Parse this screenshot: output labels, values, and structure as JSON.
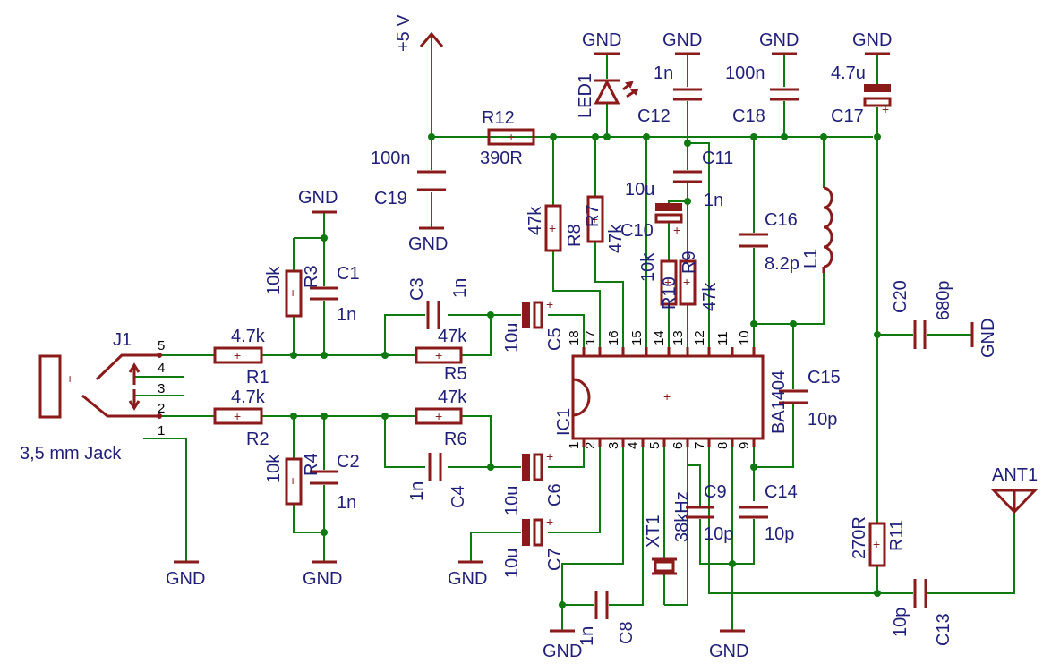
{
  "labels": {
    "vcc": "+5 V",
    "gnd": "GND",
    "led1": "LED1",
    "r12": "R12",
    "r12_val": "390R",
    "c19": "C19",
    "c19_val": "100n",
    "c12": "C12",
    "c12_val": "1n",
    "c18": "C18",
    "c18_val": "100n",
    "c17": "C17",
    "c17_val": "4.7u",
    "c11": "C11",
    "c11_val": "1n",
    "c10": "C10",
    "c10_val": "10u",
    "r8": "R8",
    "r8_val": "47k",
    "r7": "R7",
    "r7_val": "47k",
    "r10": "R10",
    "r10_val": "10k",
    "r9": "R9",
    "r9_val": "47k",
    "c16": "C16",
    "c16_val": "8.2p",
    "l1": "L1",
    "c20": "C20",
    "c20_val": "680p",
    "c15": "C15",
    "c15_val": "10p",
    "ic1": "IC1",
    "ic1_val": "BA1404",
    "j1": "J1",
    "j1_val": "3,5 mm Jack",
    "r1": "R1",
    "r1_val": "4.7k",
    "r2": "R2",
    "r2_val": "4.7k",
    "r3": "R3",
    "r3_val": "10k",
    "r4": "R4",
    "r4_val": "10k",
    "c1": "C1",
    "c1_val": "1n",
    "c2": "C2",
    "c2_val": "1n",
    "c3": "C3",
    "c3_val": "1n",
    "c4": "C4",
    "c4_val": "1n",
    "r5": "R5",
    "r5_val": "47k",
    "r6": "R6",
    "r6_val": "47k",
    "c5": "C5",
    "c5_val": "10u",
    "c6": "C6",
    "c6_val": "10u",
    "c7": "C7",
    "c7_val": "10u",
    "c8": "C8",
    "c8_val": "1n",
    "xt1": "XT1",
    "xt1_val": "38kHz",
    "c9": "C9",
    "c9_val": "10p",
    "c14": "C14",
    "c14_val": "10p",
    "r11": "R11",
    "r11_val": "270R",
    "c13": "C13",
    "c13_val": "10p",
    "ant1": "ANT1",
    "plus": "+"
  },
  "j1_pins": [
    "5",
    "4",
    "3",
    "2",
    "1"
  ],
  "ic_pins_top": [
    "18",
    "17",
    "16",
    "15",
    "14",
    "13",
    "12",
    "11",
    "10"
  ],
  "ic_pins_bottom": [
    "1",
    "2",
    "3",
    "4",
    "5",
    "6",
    "7",
    "8",
    "9"
  ],
  "colors": {
    "wire": "#0f7a0f",
    "part": "#8b1a1a",
    "label": "#1f1f7a"
  }
}
